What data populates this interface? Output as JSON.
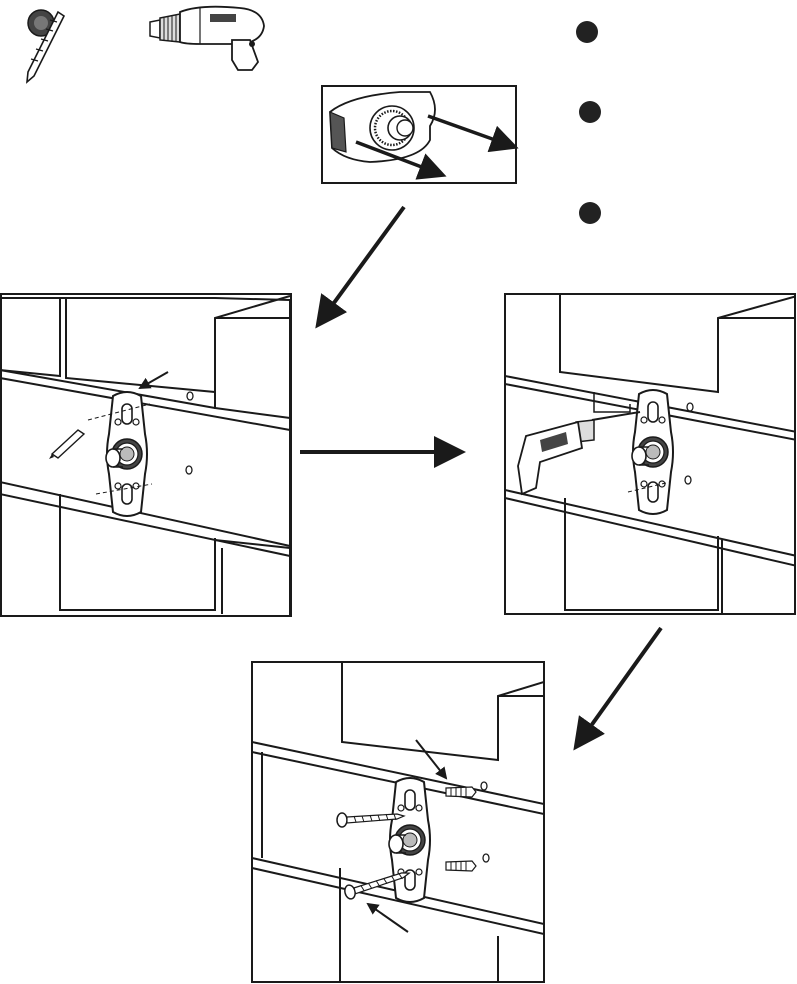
{
  "figure": {
    "type": "installation-instructions",
    "style": "black line art on white"
  },
  "tools": [
    {
      "name": "drill-bit-icon"
    },
    {
      "name": "power-drill-icon"
    }
  ],
  "steps": [
    {
      "name": "step-marker-1",
      "color": "#222222"
    },
    {
      "name": "step-marker-2",
      "color": "#222222"
    },
    {
      "name": "step-marker-3",
      "color": "#222222"
    }
  ],
  "panels": [
    {
      "name": "mount-closeup-panel"
    },
    {
      "name": "mark-holes-panel"
    },
    {
      "name": "drill-holes-panel"
    },
    {
      "name": "fix-screws-panel"
    }
  ],
  "colors": {
    "line": "#1a1a1a",
    "fill_dark": "#333333",
    "background": "#ffffff"
  }
}
